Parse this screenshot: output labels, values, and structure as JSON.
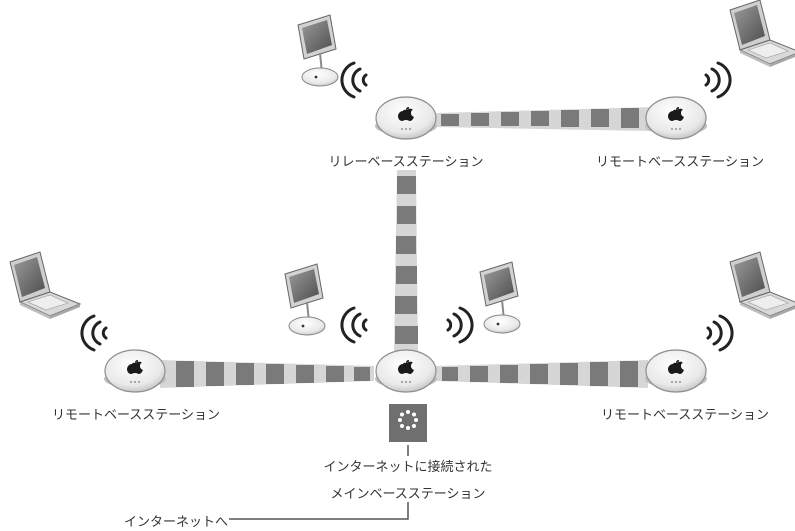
{
  "labels": {
    "relay_station": "リレーベースステーション",
    "remote_top_right": "リモートベースステーション",
    "remote_left": "リモートベースステーション",
    "remote_right": "リモートベースステーション",
    "main_line1": "インターネットに接続された",
    "main_line2": "メインベースステーション",
    "internet": "インターネットへ"
  },
  "colors": {
    "link_dark": "#7a7a7a",
    "link_light": "#d6d6d6",
    "line": "#555555",
    "modem": "#6f6f6f",
    "text": "#333333"
  },
  "icons": {
    "base_station": "airport-base-station-icon",
    "laptop": "laptop-icon",
    "imac": "imac-icon",
    "wireless": "wireless-waves-icon",
    "modem": "internet-port-icon"
  }
}
